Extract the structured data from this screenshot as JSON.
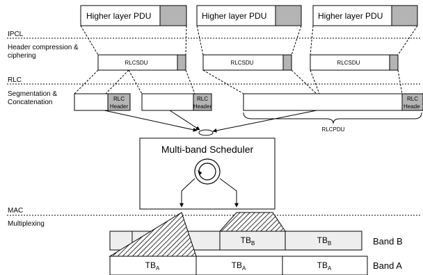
{
  "pdcp": {
    "label": "IPCL",
    "sublabel_line1": "Header compression &",
    "sublabel_line2": "ciphering",
    "pdu_label": "Higher layer PDU",
    "sdu_label": "RLCSDU"
  },
  "rlc": {
    "label": "RLC",
    "sublabel_line1": "Segmentation &",
    "sublabel_line2": "Concatenation",
    "header_line1": "RLC",
    "header_line2": "Header",
    "header_line2_clipped": "Heade",
    "rlcpdu_label": "RLCPDU"
  },
  "scheduler": {
    "title": "Multi-band Scheduler"
  },
  "mac": {
    "label": "MAC",
    "sublabel": "Multiplexing",
    "tb_main": "TB",
    "sub_a": "A",
    "sub_b": "B",
    "band_b": "Band B",
    "band_a": "Band A"
  },
  "colors": {
    "header_fill": "#b4b4b4",
    "band_b_fill": "#eeeeee",
    "stroke": "#000000"
  }
}
